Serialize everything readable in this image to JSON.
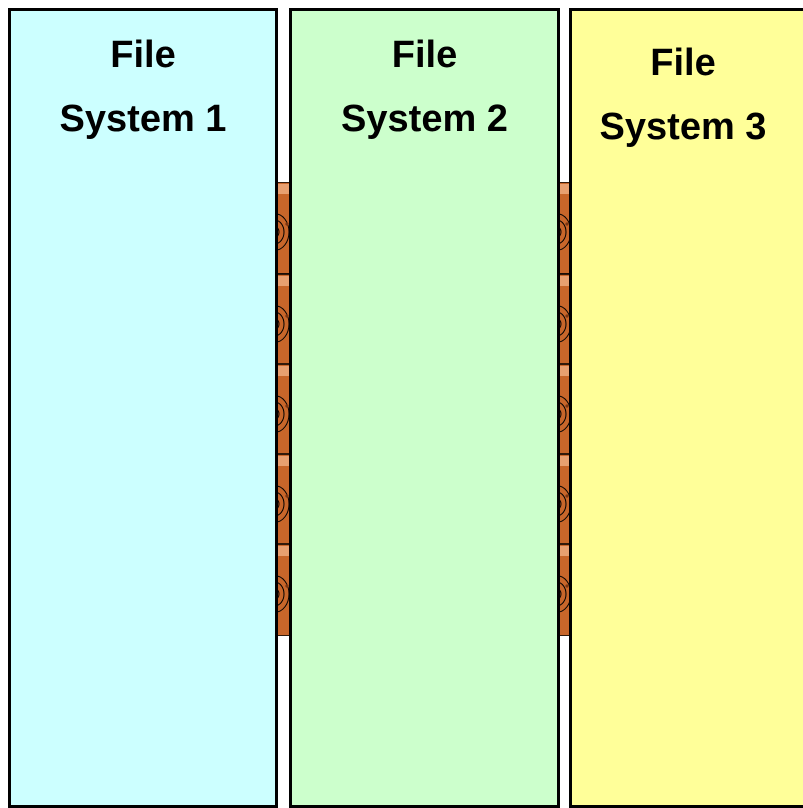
{
  "panels": [
    {
      "title_line1": "File",
      "title_line2": "System 1",
      "color": "#ccffff"
    },
    {
      "title_line1": "File",
      "title_line2": "System 2",
      "color": "#ccffcc"
    },
    {
      "title_line1": "File",
      "title_line2": "System 3",
      "color": "#ffff99"
    }
  ],
  "colors": {
    "border": "#000000",
    "disk_fill": "#c8662a",
    "disk_dark": "#7a3512",
    "disk_light": "#e8a070"
  },
  "icons": {
    "shared_disks_left": "disk-stack-icon",
    "shared_disks_right": "disk-stack-icon"
  }
}
